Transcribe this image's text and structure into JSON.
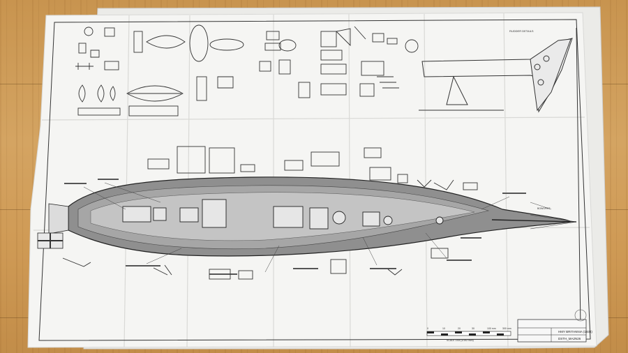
{
  "scene": {
    "subject": "unfolded ship model plan sheet on wooden floor",
    "colors": {
      "floor": "#cf9a55",
      "paper": "#f4f4f2",
      "ink": "#2a2a2a",
      "deck_shade": "#8c8c8c"
    }
  },
  "title_block": {
    "model_name": "HMY BRITANNIA (1934)",
    "plan_number": "DSTH_MA2N26"
  },
  "scale_bar": {
    "ticks": [
      "0",
      "10",
      "20",
      "30",
      "100 mm",
      "300 mm"
    ],
    "caption": "SCALE 1:64 (1/192 inch)"
  },
  "labels": {
    "rudder_detail": "RUDDER DETAILS",
    "bowsprit": "BOWSPRIT"
  }
}
